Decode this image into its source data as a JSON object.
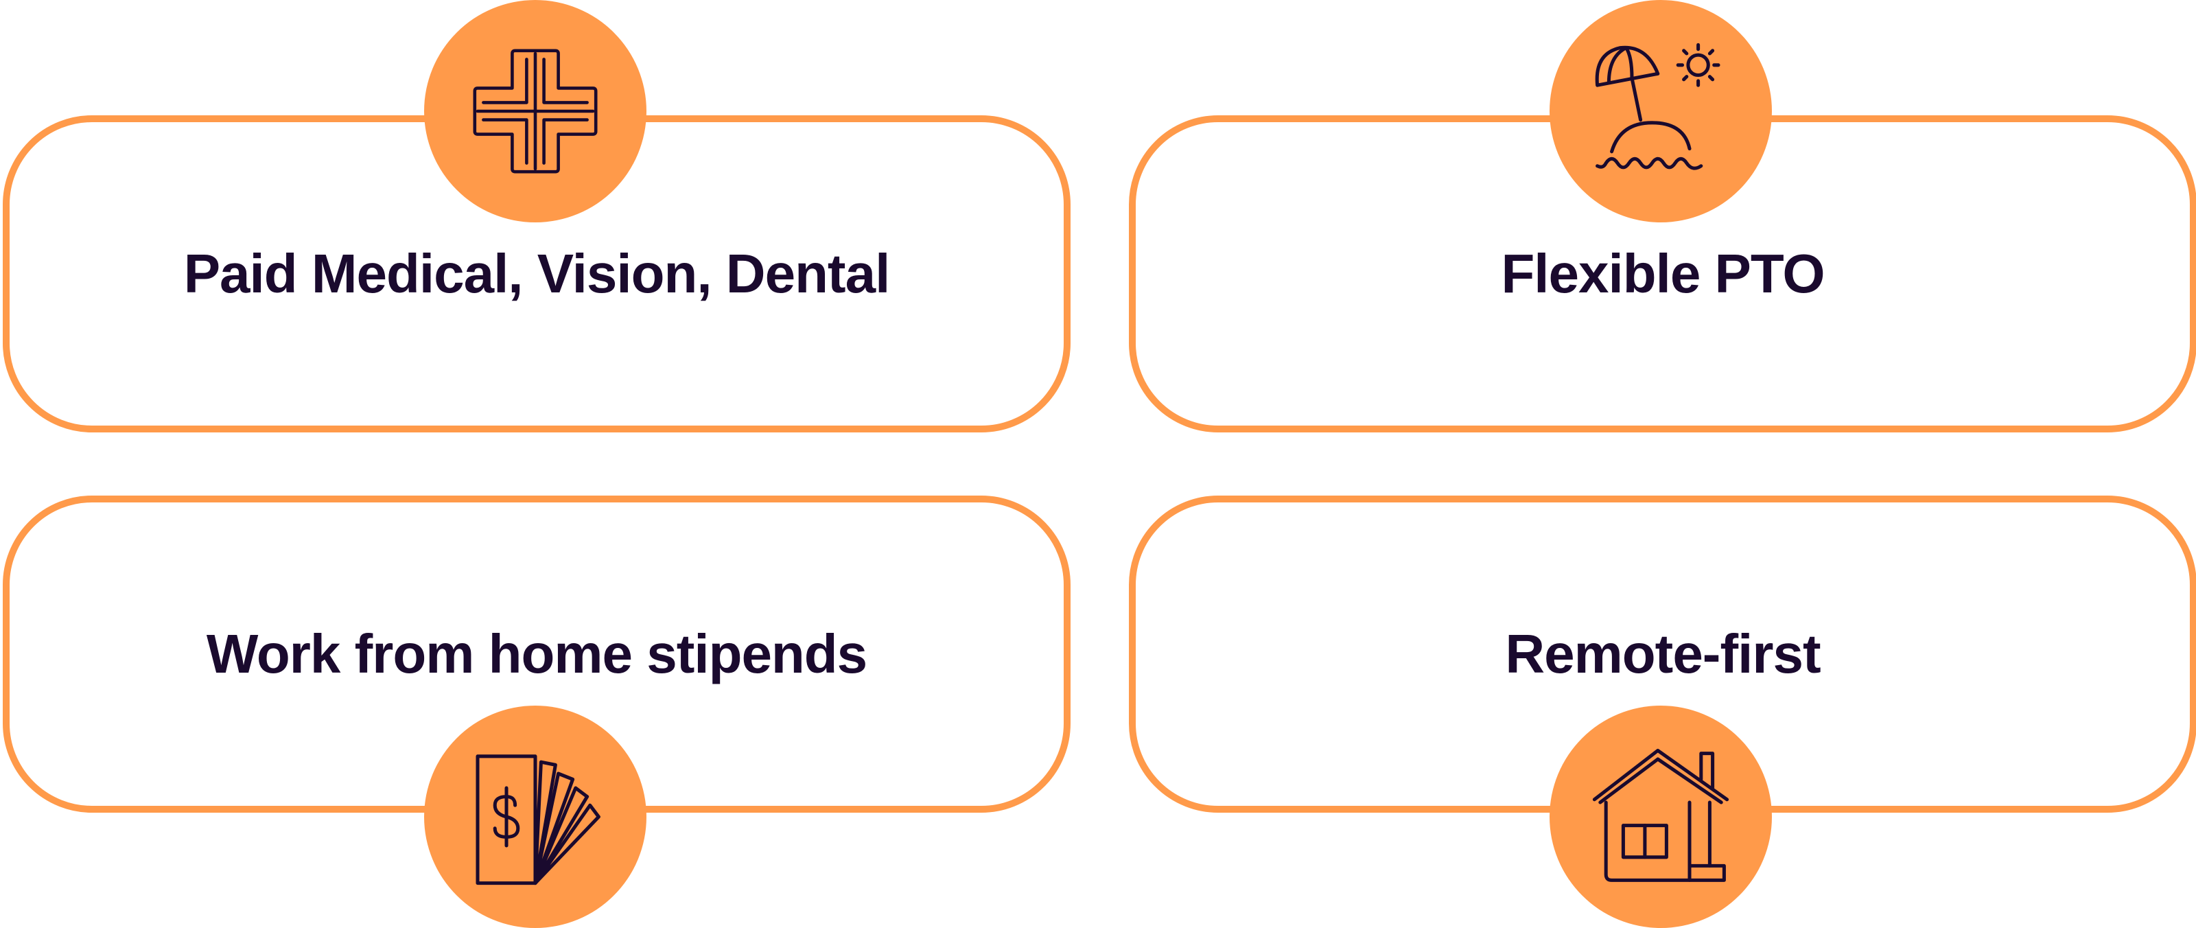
{
  "benefits": [
    {
      "label": "Paid Medical, Vision, Dental",
      "icon": "medical-cross-icon"
    },
    {
      "label": "Flexible PTO",
      "icon": "beach-umbrella-icon"
    },
    {
      "label": "Work from home stipends",
      "icon": "money-stack-icon"
    },
    {
      "label": "Remote-first",
      "icon": "house-icon"
    }
  ],
  "colors": {
    "accent": "#FF9A4A",
    "text": "#1A0A2E",
    "background": "#FFFFFF"
  }
}
